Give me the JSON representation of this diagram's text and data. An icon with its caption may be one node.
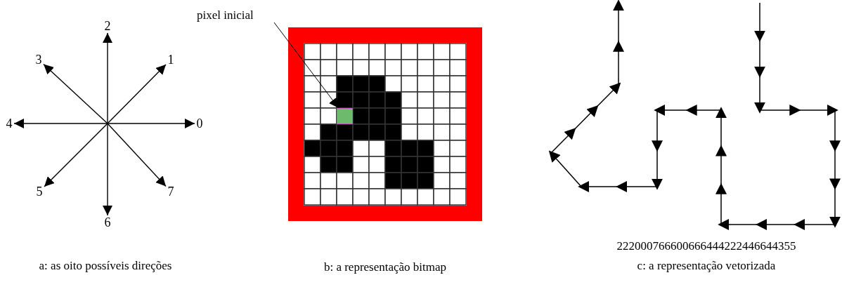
{
  "diagram": {
    "nodes": [
      {
        "text": [
          "2"
        ]
      },
      {
        "text": [
          "3"
        ]
      },
      {
        "text": [
          "1"
        ]
      },
      {
        "text": [
          "4"
        ]
      },
      {
        "text": [
          "0"
        ]
      },
      {
        "text": [
          "5"
        ]
      },
      {
        "text": [
          "7"
        ]
      },
      {
        "text": [
          "6"
        ]
      },
      {
        "text": [
          "pixel inicial"
        ]
      },
      {
        "text": [],
        "shape": "box"
      }
    ],
    "edges": [
      {
        "from": null,
        "to": 4,
        "arrow": "to"
      },
      {
        "from": null,
        "to": 2,
        "arrow": "to"
      },
      {
        "from": null,
        "to": 0,
        "arrow": "to"
      },
      {
        "from": null,
        "to": 1,
        "arrow": "to"
      },
      {
        "from": null,
        "to": 3,
        "arrow": "to"
      },
      {
        "from": null,
        "to": 5,
        "arrow": "to"
      },
      {
        "from": null,
        "to": 7,
        "arrow": "to"
      },
      {
        "from": null,
        "to": 6,
        "arrow": "to"
      },
      {
        "from": 8,
        "to": 9,
        "arrow": "to"
      }
    ],
    "labels": [
      "a: as oito possíveis direções",
      "b: a representação bitmap",
      "222000766600666444222446644355",
      "c: a representação vetorizada"
    ]
  }
}
